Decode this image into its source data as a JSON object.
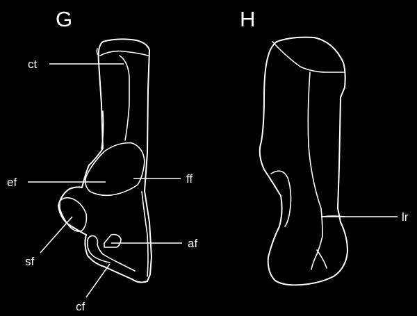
{
  "panels": {
    "left": "G",
    "right": "H"
  },
  "labels": {
    "ct": "ct",
    "ef": "ef",
    "ff": "ff",
    "sf": "sf",
    "af": "af",
    "cf": "cf",
    "lr": "lr"
  },
  "colors": {
    "background": "#000000",
    "line": "#ffffff"
  }
}
